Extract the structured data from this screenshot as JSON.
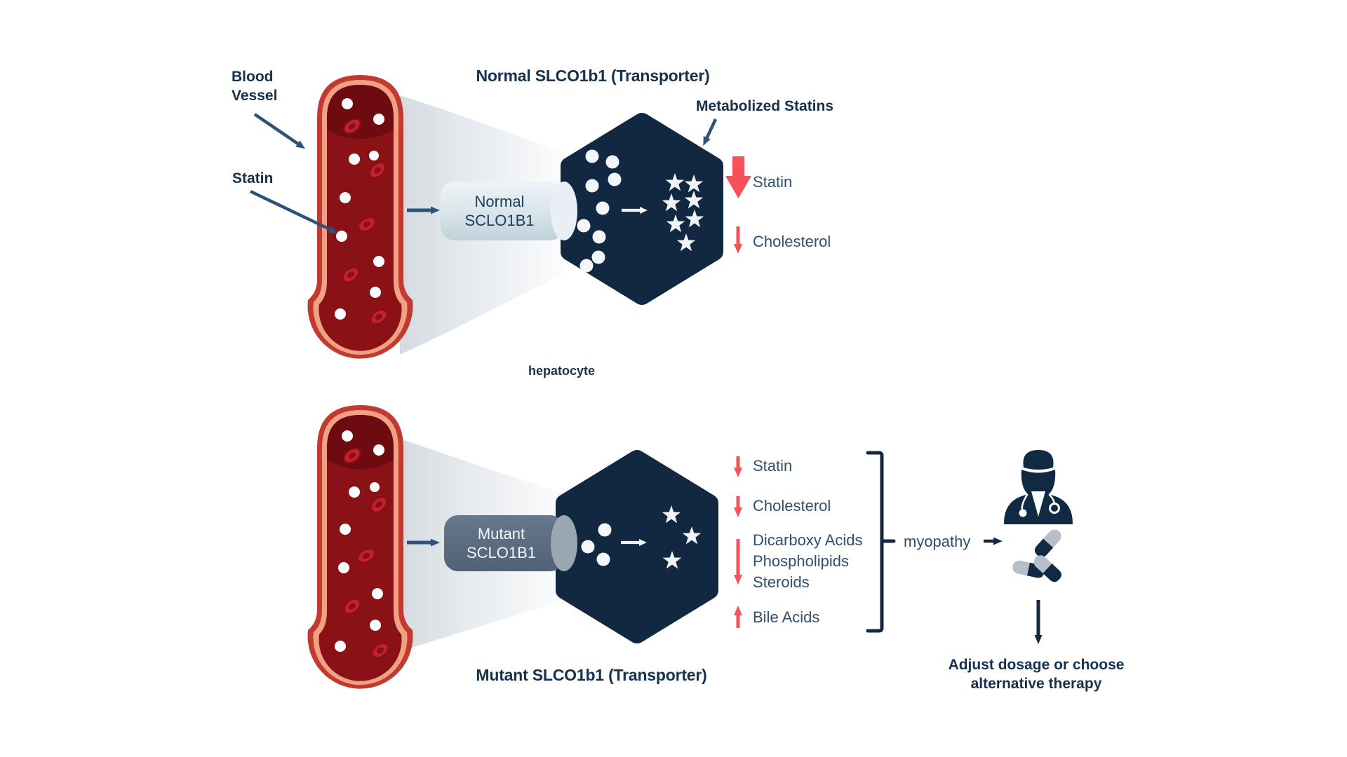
{
  "palette": {
    "navy": "#122840",
    "navy_icon": "#0f2a42",
    "text_strong": "#14324f",
    "text_regular": "#2f4f6f",
    "accent_red": "#f8515a",
    "vessel_red": "#c23a2f",
    "vessel_lining": "#f0a183",
    "vessel_blood": "#8a1216",
    "cylinder_light": "#d5e0e8",
    "cylinder_dark": "#5b6b80",
    "pill_gray": "#b6bfc8",
    "smoke_gray": "#d5dbe1"
  },
  "icons": {
    "doctor": "doctor-icon",
    "pills": "pills-icon",
    "statin_dot": "statin-dot-icon",
    "metabolite_star": "metabolite-star-icon",
    "red_blood_cell": "red-blood-cell-icon"
  },
  "labels": {
    "blood_vessel": "Blood\nVessel",
    "statin_pointer": "Statin",
    "hepatocyte": "hepatocyte"
  },
  "normal": {
    "title": "Normal SLCO1b1 (Transporter)",
    "transporter": "Normal\nSCLO1B1",
    "metabolized": "Metabolized Statins",
    "outcomes": [
      {
        "label": "Statin",
        "direction": "down",
        "arrow_size": "large"
      },
      {
        "label": "Cholesterol",
        "direction": "down",
        "arrow_size": "small"
      }
    ]
  },
  "mutant": {
    "title": "Mutant SLCO1b1 (Transporter)",
    "transporter": "Mutant\nSCLO1B1",
    "outcomes": [
      {
        "label": "Statin",
        "direction": "down"
      },
      {
        "label": "Cholesterol",
        "direction": "down"
      },
      {
        "label": "Dicarboxy Acids\nPhospholipids\nSteroids",
        "direction": "down"
      },
      {
        "label": "Bile Acids",
        "direction": "up"
      }
    ],
    "consequence": "myopathy",
    "recommendation": "Adjust dosage or choose\nalternative therapy"
  }
}
